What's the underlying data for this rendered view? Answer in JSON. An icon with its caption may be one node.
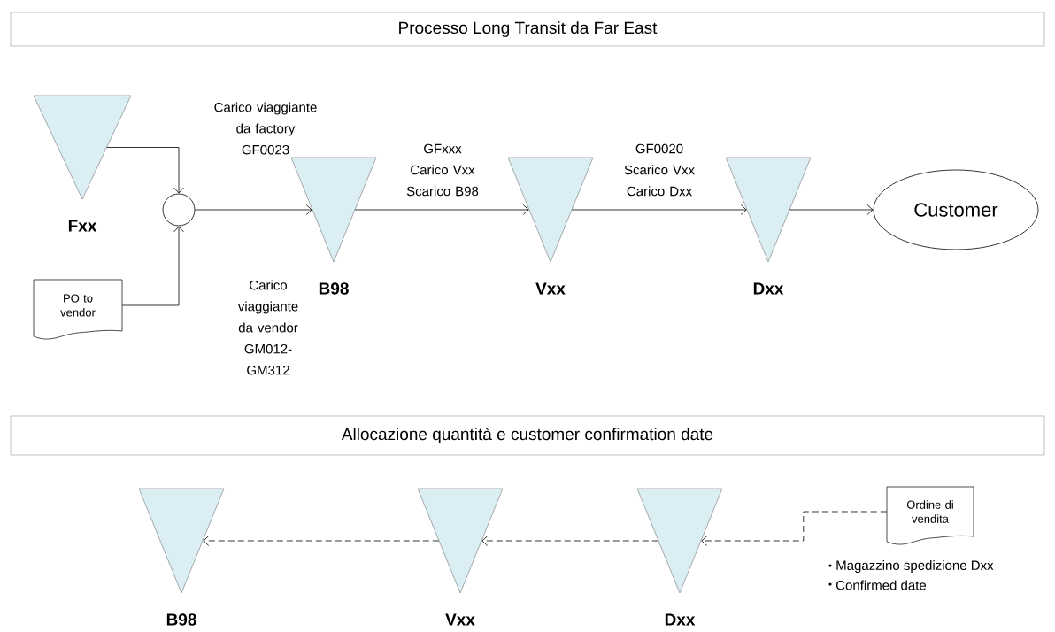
{
  "diagram": {
    "nodes": [
      {
        "text": [
          "Processo Long Transit da Far East"
        ]
      },
      {
        "text": [
          "Fxx"
        ]
      },
      {
        "text": [],
        "shape": "circle"
      },
      {
        "text": [
          "PO to vendor"
        ]
      },
      {
        "text": [
          "B98"
        ]
      },
      {
        "text": [
          "Vxx"
        ]
      },
      {
        "text": [
          "Dxx"
        ]
      },
      {
        "text": [
          "Customer"
        ]
      },
      {
        "text": [
          "Allocazione quantità e customer confirmation date"
        ]
      },
      {
        "text": [
          "B98"
        ]
      },
      {
        "text": [
          "Vxx"
        ]
      },
      {
        "text": [
          "Dxx"
        ]
      },
      {
        "text": [
          "Ordine di vendita"
        ],
        "beside": [
          "Magazzino spedizione Dxx",
          "Confirmed date"
        ]
      }
    ],
    "edges": [
      {
        "from": 1,
        "to": 2,
        "arrow": "to",
        "label": "Carico viaggiante da factory GF0023"
      },
      {
        "from": 3,
        "to": 2,
        "arrow": "to",
        "label": "Carico viaggiante da vendor GM012-GM312"
      },
      {
        "from": 2,
        "to": 4,
        "arrow": "to"
      },
      {
        "from": 4,
        "to": 5,
        "arrow": "to",
        "label": "GFxxx Carico Vxx Scarico B98"
      },
      {
        "from": 5,
        "to": 6,
        "arrow": "to",
        "label": "GF0020 Scarico Vxx Carico Dxx"
      },
      {
        "from": 6,
        "to": 7,
        "arrow": "to"
      },
      {
        "from": 12,
        "to": 11,
        "arrow": "to",
        "style": "dashed"
      },
      {
        "from": 11,
        "to": 10,
        "arrow": "to",
        "style": "dashed"
      },
      {
        "from": 10,
        "to": 9,
        "arrow": "to",
        "style": "dashed"
      }
    ]
  }
}
